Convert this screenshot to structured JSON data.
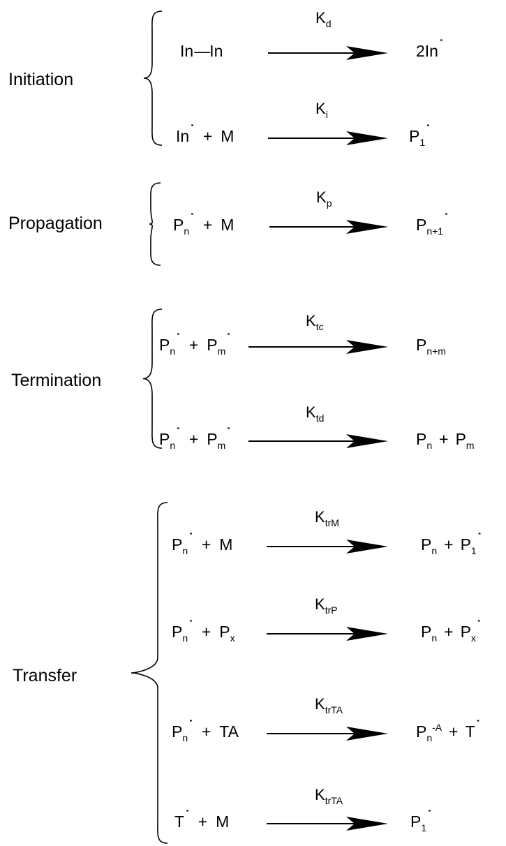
{
  "stages": [
    {
      "name": "Initiation",
      "reactions": [
        {
          "k": {
            "base": "K",
            "sub": "d"
          },
          "lhs": [
            {
              "base": "In"
            },
            {
              "sym": "—"
            },
            {
              "base": "In"
            }
          ],
          "rhs": [
            {
              "base": "2In",
              "dot": "˙"
            }
          ]
        },
        {
          "k": {
            "base": "K",
            "sub": "i"
          },
          "lhs": [
            {
              "base": "In",
              "dot": "˙"
            },
            {
              "sym": "+"
            },
            {
              "base": "M"
            }
          ],
          "rhs": [
            {
              "base": "P",
              "sub": "1",
              "dot": "˙"
            }
          ]
        }
      ]
    },
    {
      "name": "Propagation",
      "reactions": [
        {
          "k": {
            "base": "K",
            "sub": "p"
          },
          "lhs": [
            {
              "base": "P",
              "sub": "n",
              "dot": "˙"
            },
            {
              "sym": "+"
            },
            {
              "base": "M"
            }
          ],
          "rhs": [
            {
              "base": "P",
              "sub": "n+1",
              "dot": "˙"
            }
          ]
        }
      ]
    },
    {
      "name": "Termination",
      "reactions": [
        {
          "k": {
            "base": "K",
            "sub": "tc"
          },
          "lhs": [
            {
              "base": "P",
              "sub": "n",
              "dot": "˙"
            },
            {
              "sym": "+"
            },
            {
              "base": "P",
              "sub": "m",
              "dot": "˙"
            }
          ],
          "rhs": [
            {
              "base": "P",
              "sub": "n+m"
            }
          ]
        },
        {
          "k": {
            "base": "K",
            "sub": "td"
          },
          "lhs": [
            {
              "base": "P",
              "sub": "n",
              "dot": "˙"
            },
            {
              "sym": "+"
            },
            {
              "base": "P",
              "sub": "m",
              "dot": "˙"
            }
          ],
          "rhs": [
            {
              "base": "P",
              "sub": "n"
            },
            {
              "sym": "+"
            },
            {
              "base": "P",
              "sub": "m"
            }
          ]
        }
      ]
    },
    {
      "name": "Transfer",
      "reactions": [
        {
          "k": {
            "base": "K",
            "sub": "trM"
          },
          "lhs": [
            {
              "base": "P",
              "sub": "n",
              "dot": "˙"
            },
            {
              "sym": "+"
            },
            {
              "base": "M"
            }
          ],
          "rhs": [
            {
              "base": "P",
              "sub": "n"
            },
            {
              "sym": "+"
            },
            {
              "base": "P",
              "sub": "1",
              "dot": "˙"
            }
          ]
        },
        {
          "k": {
            "base": "K",
            "sub": "trP"
          },
          "lhs": [
            {
              "base": "P",
              "sub": "n",
              "dot": "˙"
            },
            {
              "sym": "+"
            },
            {
              "base": "P",
              "sub": "x"
            }
          ],
          "rhs": [
            {
              "base": "P",
              "sub": "n"
            },
            {
              "sym": "+"
            },
            {
              "base": "P",
              "sub": "x",
              "dot": "˙"
            }
          ]
        },
        {
          "k": {
            "base": "K",
            "sub": "trTA"
          },
          "lhs": [
            {
              "base": "P",
              "sub": "n",
              "dot": "˙"
            },
            {
              "sym": "+"
            },
            {
              "base": "TA"
            }
          ],
          "rhs": [
            {
              "base": "P",
              "sub": "n",
              "sup": "-A"
            },
            {
              "sym": "+"
            },
            {
              "base": "T",
              "dot": "˙"
            }
          ]
        },
        {
          "k": {
            "base": "K",
            "sub": "trTA"
          },
          "lhs": [
            {
              "base": "T",
              "dot": "˙"
            },
            {
              "sym": "+"
            },
            {
              "base": "M"
            }
          ],
          "rhs": [
            {
              "base": "P",
              "sub": "1",
              "dot": "˙"
            }
          ]
        }
      ]
    }
  ]
}
